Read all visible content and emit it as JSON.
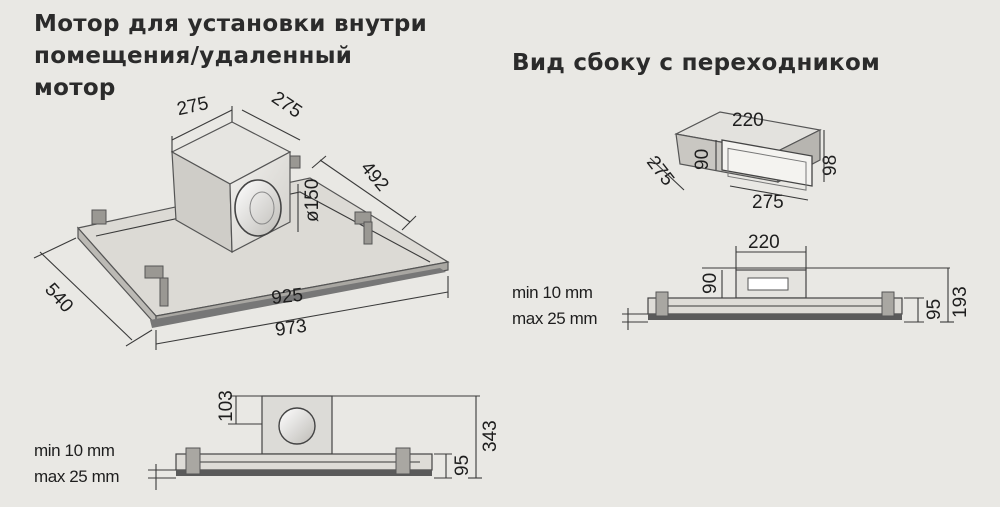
{
  "titles": {
    "left_lines": [
      "Мотор для установки внутри",
      "помещения/удаленный",
      "мотор"
    ],
    "right": "Вид сбоку с переходником"
  },
  "iso_hood": {
    "motor_width": "275",
    "motor_depth": "275",
    "outlet_diameter": "ø150",
    "inner_depth": "492",
    "outer_depth": "540",
    "inner_width": "925",
    "outer_width": "973"
  },
  "iso_adapter": {
    "width": "220",
    "height": "90",
    "depth": "275",
    "length": "275",
    "total_height": "98"
  },
  "side_adapter": {
    "width": "220",
    "adapter_height": "90",
    "hood_height": "95",
    "total_height": "193",
    "min_note": "min 10 mm",
    "max_note": "max 25 mm"
  },
  "front_motor": {
    "motor_height": "103",
    "hood_height": "95",
    "total_height": "343",
    "min_note": "min 10 mm",
    "max_note": "max 25 mm"
  },
  "colors": {
    "background": "#e9e8e4",
    "line": "#3a3a3a",
    "panel": "#d6d4cf",
    "dark": "#5a5a5a"
  }
}
